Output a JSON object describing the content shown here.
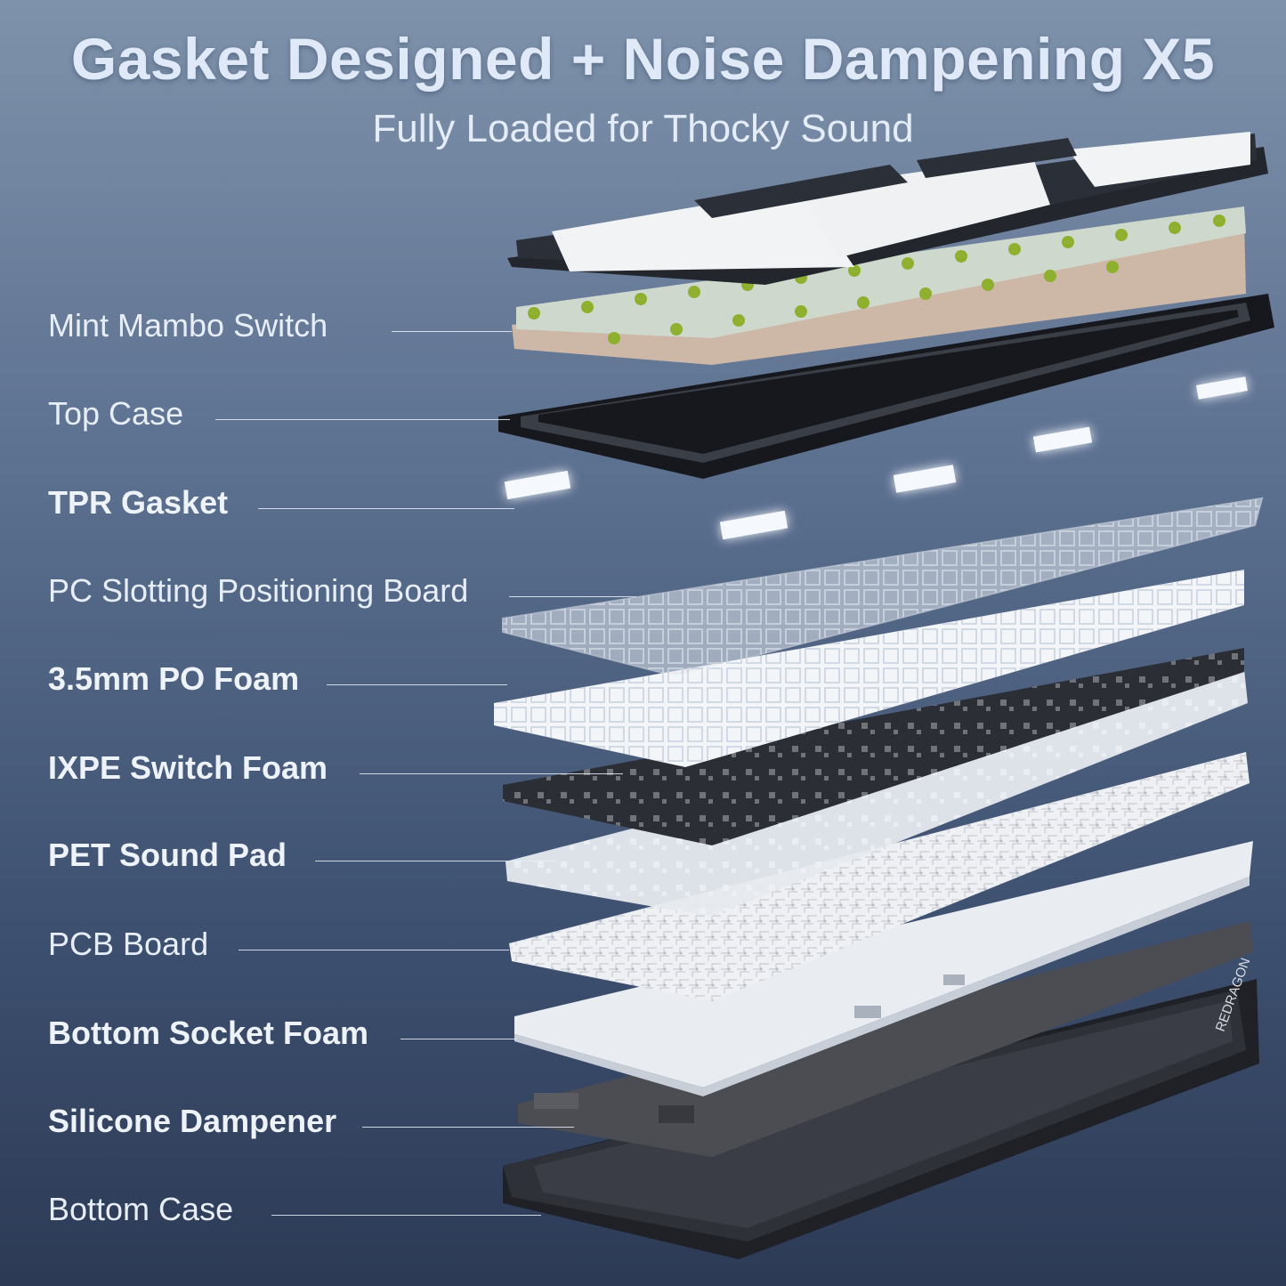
{
  "title": "Gasket Designed + Noise Dampening X5",
  "subtitle": "Fully Loaded for Thocky Sound",
  "brand_logo_text": "REDRAGON",
  "layers": [
    {
      "label": "Mint Mambo Switch",
      "bold": false
    },
    {
      "label": "Top Case",
      "bold": false
    },
    {
      "label": "TPR Gasket",
      "bold": true
    },
    {
      "label": "PC Slotting Positioning Board",
      "bold": false
    },
    {
      "label": "3.5mm PO Foam",
      "bold": true
    },
    {
      "label": "IXPE Switch Foam",
      "bold": true
    },
    {
      "label": "PET Sound Pad",
      "bold": true
    },
    {
      "label": "PCB Board",
      "bold": false
    },
    {
      "label": "Bottom Socket Foam",
      "bold": true
    },
    {
      "label": "Silicone Dampener",
      "bold": true
    },
    {
      "label": "Bottom Case",
      "bold": false
    }
  ],
  "colors": {
    "background_top": "#7f92ab",
    "background_bottom": "#2c3a55",
    "text": "#e7eef8",
    "switch_stem": "#8fb02e",
    "keycap_dark": "#2b2f38",
    "keycap_light": "#f2f3f5"
  }
}
